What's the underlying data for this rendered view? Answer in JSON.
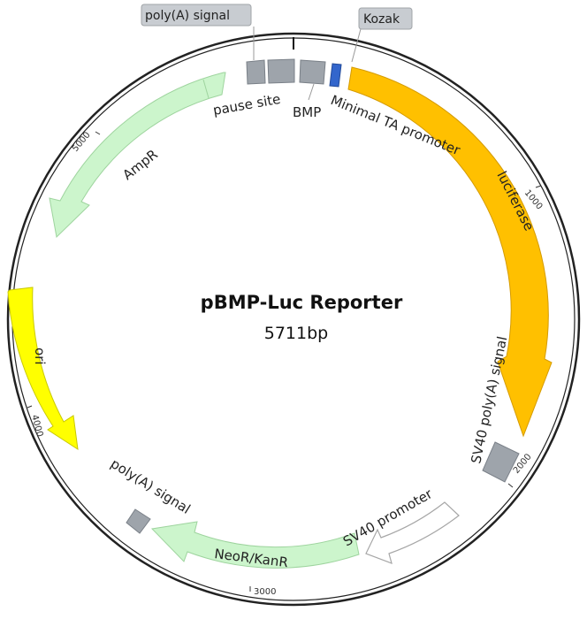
{
  "plasmid": {
    "name": "pBMP-Luc Reporter",
    "size_label": "5711bp"
  },
  "colors": {
    "backbone": "#222222",
    "luciferase": "#ffc000",
    "luciferase_stroke": "#d59b00",
    "resistance": "#ccf5cc",
    "resistance_stroke": "#9ed49e",
    "ori": "#ffff00",
    "ori_stroke": "#c9c900",
    "promoter": "#ffffff",
    "promoter_stroke": "#a6a6a6",
    "polyA_box": "#9ea4ab",
    "polyA_box_stroke": "#7a8088",
    "kozak": "#3366cc",
    "callout_bg": "#c8ccd1"
  },
  "features": {
    "polyA_signal_top": "poly(A) signal",
    "kozak": "Kozak",
    "pause_site": "pause site",
    "bmp": "BMP",
    "minimal_ta_promoter": "Minimal TA promoter",
    "luciferase": "luciferase",
    "sv40_polyA_signal": "SV40 poly(A) signal",
    "sv40_promoter": "SV40 promoter",
    "neor_kanr": "NeoR/KanR",
    "polyA_signal_bottom": "poly(A) signal",
    "ori": "ori",
    "ampr": "AmpR"
  },
  "ticks": {
    "t1000": "1000",
    "t2000": "2000",
    "t3000": "3000",
    "t4000": "4000",
    "t5000": "5000"
  }
}
